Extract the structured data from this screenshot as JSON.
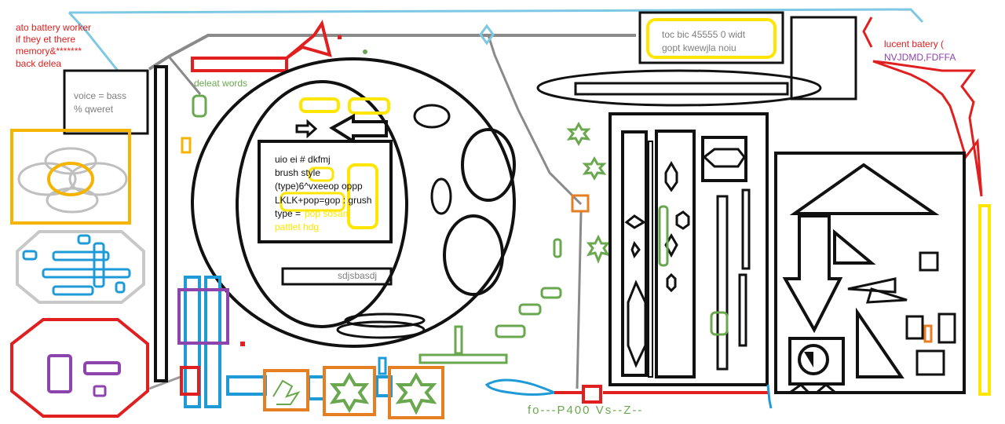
{
  "notes": {
    "top_left": [
      "ato battery worker",
      "if they et there",
      "memory&*******",
      "back delea"
    ],
    "voice_box": [
      "voice = bass",
      "% qweret"
    ],
    "deleat_words": "deleat words",
    "toc_box": [
      "toc  bic 45555 0 widt",
      "gopt kwewjla noiu"
    ],
    "lucent": [
      "lucent batery  (",
      "NVJDMD,FDFFA"
    ],
    "center_panel": [
      "uio ei # dkfmj",
      "brush style",
      "(type)6^vxeeop oppp",
      "LKLK+pop=gop : grush",
      "type = "
    ],
    "yellow_lines": [
      "pop sosam",
      "pattlet hdg"
    ],
    "center_bar": "sdjsbasdj",
    "scribble": "fo---P400 Vs--Z--"
  },
  "colors": {
    "black": "#000000",
    "red": "#e02020",
    "yellow": "#ffe600",
    "green": "#6aa84f",
    "blue": "#1e9bd7",
    "gray": "#8a8a8a",
    "lightblue": "#7ec8e3",
    "orange": "#e67e22",
    "purple": "#8e44ad"
  }
}
